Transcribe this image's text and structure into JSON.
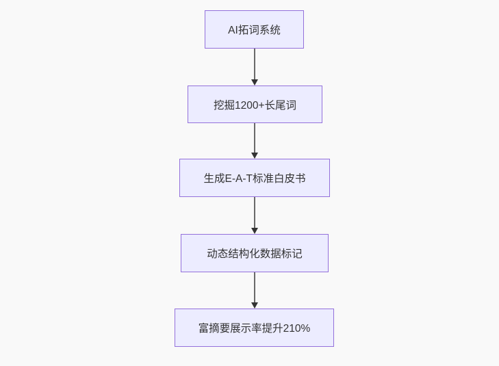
{
  "diagram": {
    "type": "flowchart",
    "direction": "top-down",
    "nodes": [
      {
        "id": "A",
        "label": "AI拓词系统"
      },
      {
        "id": "B",
        "label": "挖掘1200+长尾词"
      },
      {
        "id": "C",
        "label": "生成E-A-T标准白皮书"
      },
      {
        "id": "D",
        "label": "动态结构化数据标记"
      },
      {
        "id": "E",
        "label": "富摘要展示率提升210%"
      }
    ],
    "edges": [
      {
        "from": "A",
        "to": "B"
      },
      {
        "from": "B",
        "to": "C"
      },
      {
        "from": "C",
        "to": "D"
      },
      {
        "from": "D",
        "to": "E"
      }
    ],
    "colors": {
      "background": "#f9f9f9",
      "node_fill": "#ececff",
      "node_border": "#9370db",
      "node_text": "#333333",
      "edge_line": "#696969",
      "arrowhead": "#333333"
    }
  }
}
